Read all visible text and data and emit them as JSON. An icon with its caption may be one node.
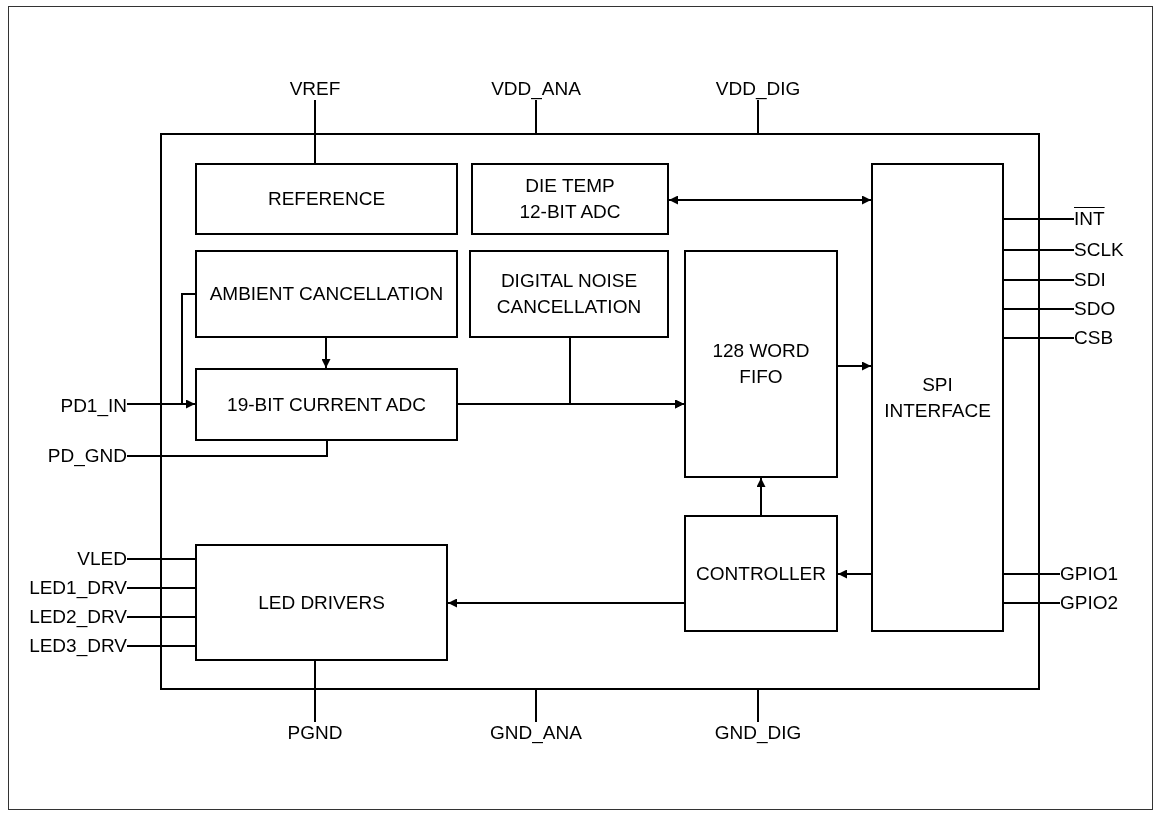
{
  "diagram": {
    "nodes": [
      {
        "text": [],
        "shape": "box"
      },
      {
        "text": [
          "REFERENCE"
        ],
        "in": 0
      },
      {
        "text": [
          "DIE TEMP 12-BIT ADC"
        ],
        "in": 0
      },
      {
        "text": [
          "SPI INTERFACE"
        ],
        "in": 0
      },
      {
        "text": [
          "AMBIENT CANCELLATION"
        ],
        "in": 0
      },
      {
        "text": [
          "DIGITAL NOISE CANCELLATION"
        ],
        "in": 0
      },
      {
        "text": [
          "128 WORD FIFO"
        ],
        "in": 0
      },
      {
        "text": [
          "19-BIT CURRENT ADC"
        ],
        "in": 0
      },
      {
        "text": [
          "CONTROLLER"
        ],
        "in": 0
      },
      {
        "text": [
          "LED DRIVERS"
        ],
        "in": 0
      },
      {
        "text": [
          "VREF"
        ]
      },
      {
        "text": [
          "VDD_ANA"
        ]
      },
      {
        "text": [
          "VDD_DIG"
        ]
      },
      {
        "text": [
          "INT"
        ]
      },
      {
        "text": [
          "SCLK"
        ]
      },
      {
        "text": [
          "SDI"
        ]
      },
      {
        "text": [
          "SDO"
        ]
      },
      {
        "text": [
          "CSB"
        ]
      },
      {
        "text": [
          "PD1_IN"
        ]
      },
      {
        "text": [
          "PD_GND"
        ]
      },
      {
        "text": [
          "GPIO1"
        ]
      },
      {
        "text": [
          "GPIO2"
        ]
      },
      {
        "text": [
          "VLED"
        ]
      },
      {
        "text": [
          "LED1_DRV"
        ]
      },
      {
        "text": [
          "LED2_DRV"
        ]
      },
      {
        "text": [
          "LED3_DRV"
        ]
      },
      {
        "text": [
          "PGND"
        ]
      },
      {
        "text": [
          "GND_ANA"
        ]
      },
      {
        "text": [
          "GND_DIG"
        ]
      }
    ],
    "edges": [
      {
        "from": 10,
        "to": 1,
        "arrow": "none"
      },
      {
        "from": 11,
        "to": 0,
        "arrow": "none"
      },
      {
        "from": 12,
        "to": 0,
        "arrow": "none"
      },
      {
        "from": 2,
        "to": 3,
        "arrow": "both"
      },
      {
        "from": 13,
        "to": 3,
        "arrow": "none"
      },
      {
        "from": 14,
        "to": 3,
        "arrow": "none"
      },
      {
        "from": 15,
        "to": 3,
        "arrow": "none"
      },
      {
        "from": 16,
        "to": 3,
        "arrow": "none"
      },
      {
        "from": 17,
        "to": 3,
        "arrow": "none"
      },
      {
        "from": 4,
        "to": 7,
        "arrow": "to"
      },
      {
        "from": 4,
        "to": 7,
        "arrow": "to"
      },
      {
        "from": 18,
        "to": 7,
        "arrow": "none"
      },
      {
        "from": 19,
        "to": 7,
        "arrow": "none"
      },
      {
        "from": 7,
        "to": 6,
        "arrow": "to"
      },
      {
        "from": 5,
        "to": 6,
        "arrow": "to"
      },
      {
        "from": 6,
        "to": 3,
        "arrow": "to"
      },
      {
        "from": 8,
        "to": 6,
        "arrow": "to"
      },
      {
        "from": 3,
        "to": 8,
        "arrow": "to"
      },
      {
        "from": 8,
        "to": 9,
        "arrow": "to"
      },
      {
        "from": 20,
        "to": 3,
        "arrow": "none"
      },
      {
        "from": 21,
        "to": 3,
        "arrow": "none"
      },
      {
        "from": 22,
        "to": 9,
        "arrow": "none"
      },
      {
        "from": 23,
        "to": 9,
        "arrow": "none"
      },
      {
        "from": 24,
        "to": 9,
        "arrow": "none"
      },
      {
        "from": 25,
        "to": 9,
        "arrow": "none"
      },
      {
        "from": 26,
        "to": 9,
        "arrow": "none"
      },
      {
        "from": 27,
        "to": 0,
        "arrow": "none"
      },
      {
        "from": 28,
        "to": 0,
        "arrow": "none"
      }
    ]
  }
}
